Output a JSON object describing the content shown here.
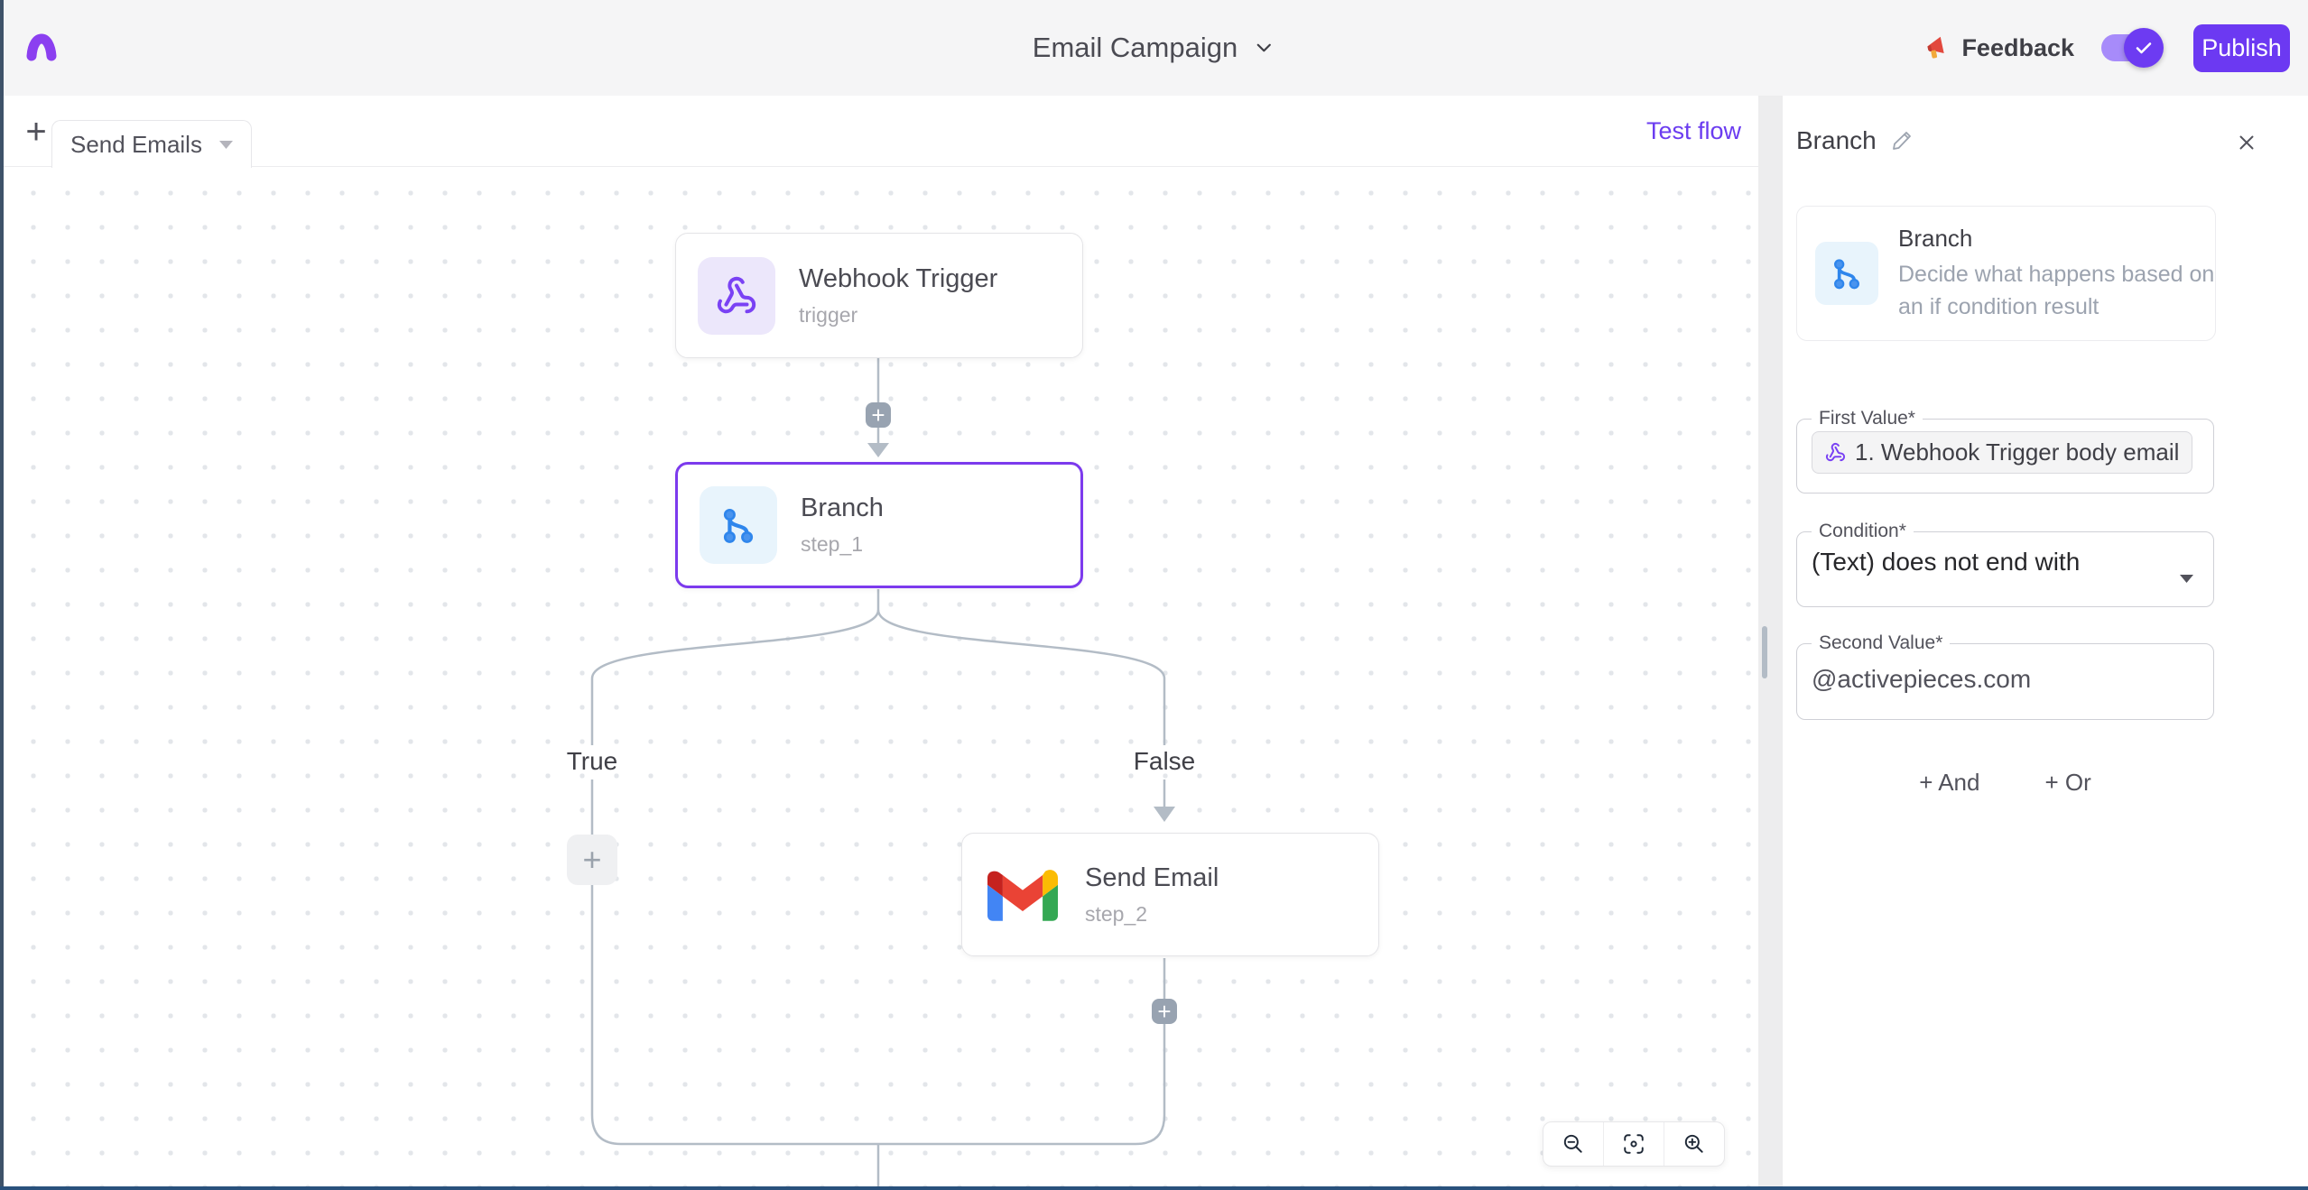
{
  "header": {
    "title": "Email Campaign",
    "feedback": "Feedback",
    "publish": "Publish"
  },
  "tabbar": {
    "active_tab": "Send Emails",
    "test_flow": "Test flow"
  },
  "icons": {
    "plus": "+"
  },
  "canvas": {
    "nodes": [
      {
        "title": "Webhook Trigger",
        "subtitle": "trigger"
      },
      {
        "title": "Branch",
        "subtitle": "step_1"
      },
      {
        "title": "Send Email",
        "subtitle": "step_2"
      }
    ],
    "branch_true_label": "True",
    "branch_false_label": "False"
  },
  "panel": {
    "title": "Branch",
    "card_title": "Branch",
    "card_description": "Decide what happens based on an if condition result",
    "first_value_label": "First Value*",
    "first_value_token": "1. Webhook Trigger body email",
    "condition_label": "Condition*",
    "condition_value": "(Text) does not end with",
    "second_value_label": "Second Value*",
    "second_value": "@activepieces.com",
    "and_button": "+ And",
    "or_button": "+ Or"
  },
  "colors": {
    "accent": "#6c39f2",
    "edge_lines": "#b3bcc6",
    "selected_border": "#7c3aed"
  }
}
